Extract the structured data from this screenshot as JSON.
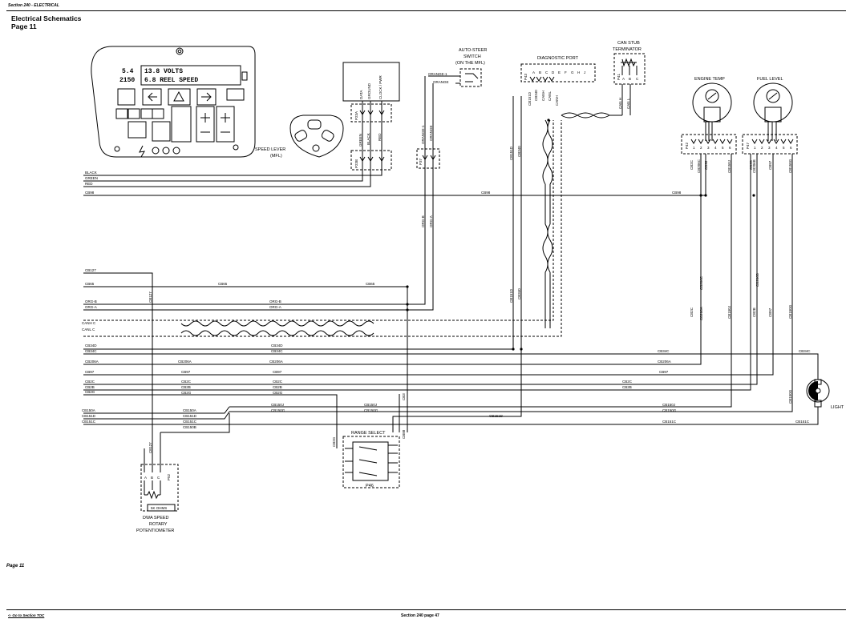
{
  "header": {
    "section": "Section 240 - ELECTRICAL"
  },
  "title": {
    "line1": "Electrical Schematics",
    "line2": "Page 11"
  },
  "footer": {
    "page_label": "Page 11",
    "toc_link": "<- Go to Section TOC",
    "section_page": "Section 240 page 47"
  },
  "panel": {
    "row1_a": "5.4",
    "row1_b": "13.8 VOLTS",
    "row2_a": "2150",
    "row2_b": "6.8 REEL SPEED"
  },
  "components": {
    "auto_steer": {
      "line1": "AUTO-STEER",
      "line2": "SWITCH",
      "line3": "(ON THE MFL)"
    },
    "diagnostic_port": "DIAGNOSTIC PORT",
    "can_stub": {
      "line1": "CAN STUB",
      "line2": "TERMINATOR"
    },
    "engine_temp": "ENGINE TEMP",
    "fuel_level": "FUEL LEVEL",
    "speed_lever": {
      "line1": "SPEED LEVER",
      "line2": "(MFL)"
    },
    "range_select": "RANGE SELECT",
    "range_conn": "P46",
    "light": "LIGHT",
    "pot": {
      "ohms": "5K OHMS",
      "line1": "DWA SPEED",
      "line2": "ROTARY",
      "line3": "POTENTIOMETER"
    },
    "pot_conn": "P52",
    "pot_pins": [
      "A",
      "B",
      "C"
    ]
  },
  "connectors": {
    "data": "DATA",
    "ground": "GROUND",
    "clock": "CLOCK / PWR",
    "p23a": "P23A",
    "p23b": "P23B",
    "p37": "P37",
    "p43": "P43",
    "p41": "P41",
    "p42": "P42",
    "p47": "P47",
    "diag_pins": [
      "A",
      "B",
      "C",
      "D",
      "E",
      "F",
      "G",
      "H",
      "J"
    ],
    "can_pins": [
      "A",
      "B",
      "C"
    ],
    "can_wires": [
      "CANH",
      "CANL"
    ],
    "sensor_pins": [
      "1",
      "2",
      "3",
      "4",
      "5",
      "6"
    ],
    "orange1": "ORANGE-1",
    "orange": "ORANGE",
    "green": "GREEN",
    "black": "BLACK",
    "red": "RED"
  },
  "wires": {
    "left": [
      "BLACK",
      "GREEN",
      "RED",
      "CB98",
      "CB127",
      "CB65",
      "ORG-B",
      "ORG-A",
      "CANH C",
      "CANL C",
      "CB34D",
      "CB34C",
      "CB206A",
      "CB97",
      "CB2C",
      "CB2B",
      "CB2G",
      "CB150A",
      "CB151D",
      "CB151C"
    ],
    "mid": [
      "CB98",
      "CB65",
      "ORG-B",
      "ORG-A",
      "CB34D",
      "CB34C",
      "CB206A",
      "CB97",
      "CB2C",
      "CB2B",
      "CB2G",
      "CB150J",
      "CB150G",
      "CB150A",
      "CB151D",
      "CB151C",
      "CB150B",
      "CB150J",
      "CB150G",
      "CB151D",
      "CB3",
      "CB2G",
      "CB88"
    ],
    "right": [
      "CB98",
      "CB34C",
      "CB206A",
      "CB97",
      "CB2C",
      "CB2B",
      "CB150J",
      "CB150G",
      "CB151C",
      "CB34C",
      "CB151C"
    ],
    "vertical": [
      "CB151D",
      "CB340",
      "CB151D",
      "CB340",
      "ORG-B",
      "ORG-A",
      "ORANGE-1",
      "ORANGE",
      "CB127",
      "CB127",
      "CB2C",
      "CB206C",
      "CB98",
      "CB150J",
      "CB206B",
      "CB150G",
      "CB2B",
      "CB97",
      "CB2C",
      "CB206A",
      "CB150J",
      "CB2B",
      "CB97",
      "CB150G",
      "CAN H",
      "CAN L",
      "CANH",
      "CANL",
      "CANH",
      "CANL",
      "CB150G",
      "CB206B"
    ]
  },
  "colors": {
    "ink": "#000000",
    "paper": "#ffffff"
  }
}
